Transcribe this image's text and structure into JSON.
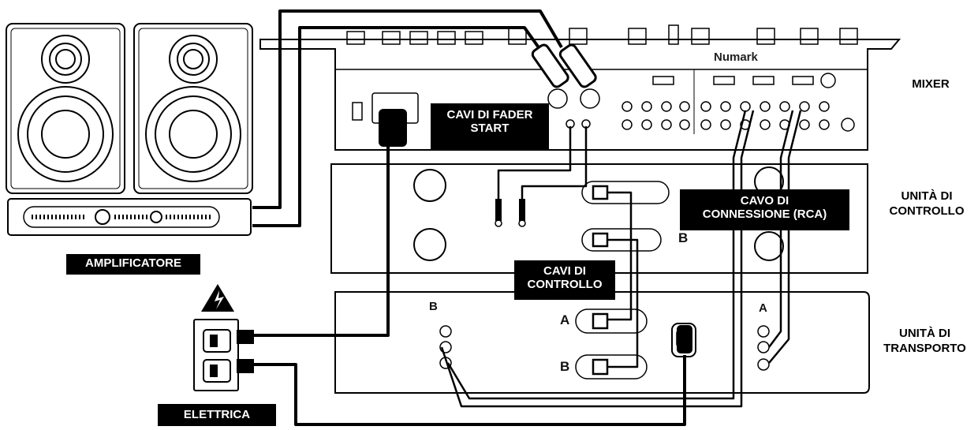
{
  "labels": {
    "mixer": "MIXER",
    "control_unit_line1": "UNITÀ DI",
    "control_unit_line2": "CONTROLLO",
    "transport_unit_line1": "UNITÀ DI",
    "transport_unit_line2": "TRANSPORTO",
    "amplifier": "AMPLIFICATORE",
    "electrical": "ELETTRICA",
    "fader_start_line1": "CAVI DI FADER",
    "fader_start_line2": "START",
    "rca_line1": "CAVO DI",
    "rca_line2": "CONNESSIONE (RCA)",
    "control_cables_line1": "CAVI DI",
    "control_cables_line2": "CONTROLLO"
  },
  "brand": "Numark",
  "jacks": {
    "transport_b": "B",
    "transport_a": "A",
    "control_b": "B",
    "transport_ctrl_a": "A",
    "transport_ctrl_b": "B"
  },
  "colors": {
    "line": "#000000",
    "label_bg": "#000000",
    "label_text": "#ffffff"
  }
}
